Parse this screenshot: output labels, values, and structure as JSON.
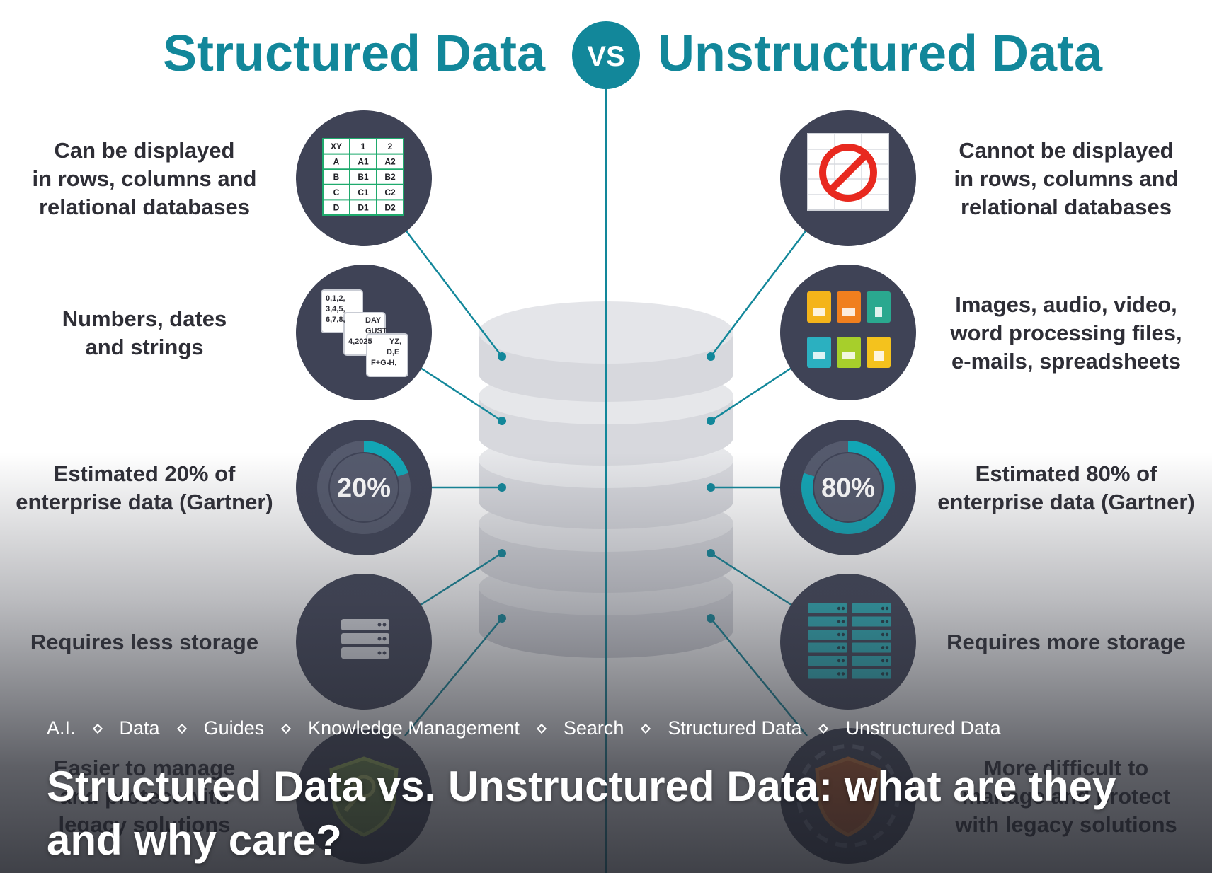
{
  "colors": {
    "teal": "#12879a",
    "circle": "#3f4356",
    "text": "#2e2e36",
    "cylinder": "#d7d8dd"
  },
  "infographic": {
    "left_heading": "Structured Data",
    "vs_label": "VS",
    "right_heading": "Unstructured Data",
    "left_items": [
      {
        "lines": [
          "Can be displayed",
          "in rows, columns and",
          "relational databases"
        ],
        "icon": "table-grid-icon"
      },
      {
        "lines": [
          "Numbers, dates",
          "and strings"
        ],
        "icon": "data-cards-icon"
      },
      {
        "lines": [
          "Estimated 20% of",
          "enterprise data (Gartner)"
        ],
        "icon": "donut-gauge-icon",
        "value": 20
      },
      {
        "lines": [
          "Requires less storage"
        ],
        "icon": "small-server-icon"
      },
      {
        "lines": [
          "Easier to manage",
          "and protect with",
          "legacy solutions"
        ],
        "icon": "shield-icon"
      }
    ],
    "right_items": [
      {
        "lines": [
          "Cannot be displayed",
          "in rows, columns and",
          "relational databases"
        ],
        "icon": "no-table-icon"
      },
      {
        "lines": [
          "Images, audio, video,",
          "word processing files,",
          "e-mails, spreadsheets"
        ],
        "icon": "files-icon"
      },
      {
        "lines": [
          "Estimated 80% of",
          "enterprise data (Gartner)"
        ],
        "icon": "donut-gauge-icon",
        "value": 80
      },
      {
        "lines": [
          "Requires more storage"
        ],
        "icon": "large-server-icon"
      },
      {
        "lines": [
          "More difficult to",
          "manage and protect",
          "with legacy solutions"
        ],
        "icon": "shield-gear-icon"
      }
    ],
    "percent_labels": {
      "left": "20%",
      "right": "80%"
    },
    "table_cells": [
      "XY",
      "1",
      "2",
      "A",
      "A1",
      "A2",
      "B",
      "B1",
      "B2",
      "C",
      "C1",
      "C2",
      "D",
      "D1",
      "D2"
    ],
    "data_cards": [
      "0,1,2,",
      "3,4,5,",
      "6,7,8,",
      "DAY",
      "GUST",
      "4,2025",
      "YZ,",
      "D,E",
      "F+G-H,"
    ]
  },
  "tags": [
    "A.I.",
    "Data",
    "Guides",
    "Knowledge Management",
    "Search",
    "Structured Data",
    "Unstructured Data"
  ],
  "article_title": "Structured Data vs. Unstructured Data: what are they and why care?"
}
